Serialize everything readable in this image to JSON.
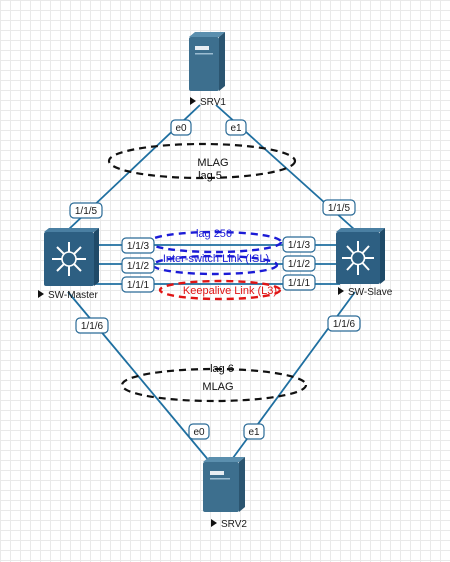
{
  "colors": {
    "link": "#1f6fa0",
    "server": "#3d6f8e",
    "switch": "#2d5f82",
    "port_border": "#2a6a96",
    "lag256": "#1b1bd6",
    "keepalive": "#e01515",
    "mlag": "#111111"
  },
  "devices": {
    "srv1": "SRV1",
    "srv2": "SRV2",
    "sw_master": "SW-Master",
    "sw_slave": "SW-Slave"
  },
  "ports": {
    "srv1_e0": "e0",
    "srv1_e1": "e1",
    "master_up": "1/1/5",
    "slave_up": "1/1/5",
    "master_isl_a": "1/1/3",
    "master_isl_b": "1/1/2",
    "master_keep": "1/1/1",
    "slave_isl_a": "1/1/3",
    "slave_isl_b": "1/1/2",
    "slave_keep": "1/1/1",
    "master_down": "1/1/6",
    "slave_down": "1/1/6",
    "srv2_e0": "e0",
    "srv2_e1": "e1"
  },
  "groups": {
    "top_mlag": "MLAG",
    "top_lag": "lag 5",
    "lag256": "lag 256",
    "isl": "Inter-switch Link (ISL)",
    "keepalive": "Keepalive Link (L3)",
    "bottom_lag": "lag 6",
    "bottom_mlag": "MLAG"
  },
  "icons": {
    "server": "server-icon",
    "switch": "l3-switch-icon",
    "pointer": "triangle-pointer-icon"
  }
}
